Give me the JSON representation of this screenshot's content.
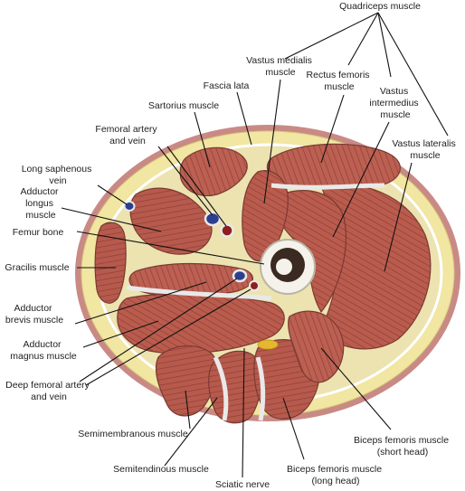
{
  "labels": {
    "quadriceps": "Quadriceps muscle",
    "vastus_medialis": [
      "Vastus medialis",
      "muscle"
    ],
    "rectus_femoris": [
      "Rectus femoris",
      "muscle"
    ],
    "vastus_intermedius": [
      "Vastus",
      "intermedius",
      "muscle"
    ],
    "vastus_lateralis": [
      "Vastus lateralis",
      "muscle"
    ],
    "fascia_lata": "Fascia lata",
    "sartorius": "Sartorius muscle",
    "femoral_artery_vein": [
      "Femoral artery",
      "and vein"
    ],
    "long_saphenous": [
      "Long saphenous",
      "vein"
    ],
    "adductor_longus": [
      "Adductor",
      "longus",
      "muscle"
    ],
    "femur": "Femur bone",
    "gracilis": "Gracilis muscle",
    "adductor_brevis": [
      "Adductor",
      "brevis muscle"
    ],
    "adductor_magnus": [
      "Adductor",
      "magnus muscle"
    ],
    "deep_femoral": [
      "Deep femoral artery",
      "and vein"
    ],
    "semimembranous": "Semimembranous muscle",
    "semitendinous": "Semitendinous muscle",
    "sciatic": "Sciatic nerve",
    "biceps_long": [
      "Biceps femoris muscle",
      "(long head)"
    ],
    "biceps_short": [
      "Biceps femoris muscle",
      "(short head)"
    ]
  },
  "colors": {
    "skin": "#c98a85",
    "fat": "#f1e6a2",
    "muscle": "#b95c4e",
    "muscle_dark": "#8f3b31",
    "bone": "#f4f2ea",
    "marrow": "#3a2a22",
    "vein": "#2c3f8f",
    "artery": "#8d1f1f"
  }
}
